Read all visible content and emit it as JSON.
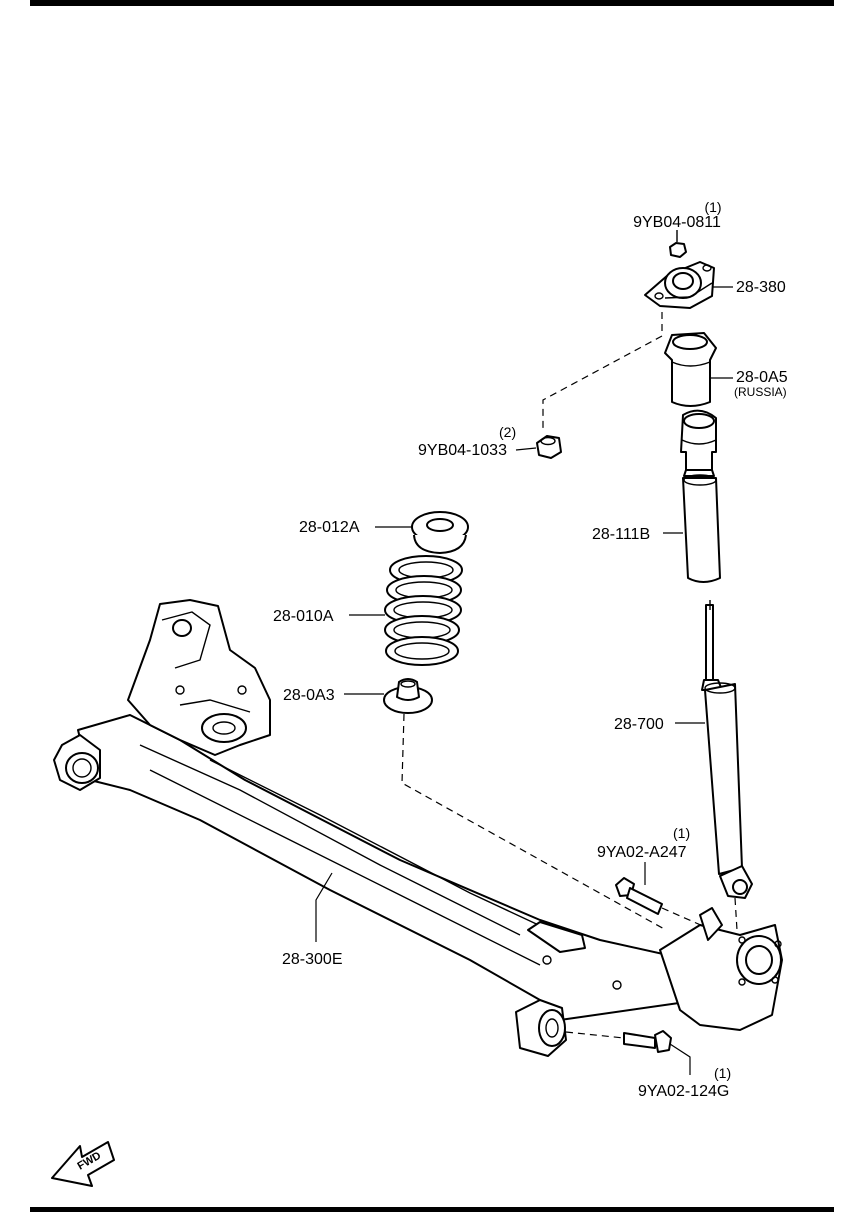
{
  "parts": [
    {
      "id": "nut-upper",
      "code": "9YB04-0811",
      "qty": "(1)"
    },
    {
      "id": "mount",
      "code": "28-380"
    },
    {
      "id": "bump-cover",
      "code": "28-0A5",
      "note": "(RUSSIA)"
    },
    {
      "id": "nut-lower",
      "code": "9YB04-1033",
      "qty": "(2)"
    },
    {
      "id": "boot",
      "code": "28-111B"
    },
    {
      "id": "spring-seat-upper",
      "code": "28-012A"
    },
    {
      "id": "coil-spring",
      "code": "28-010A"
    },
    {
      "id": "spring-seat-lower",
      "code": "28-0A3"
    },
    {
      "id": "shock-absorber",
      "code": "28-700"
    },
    {
      "id": "bolt-upper",
      "code": "9YA02-A247",
      "qty": "(1)"
    },
    {
      "id": "crossmember",
      "code": "28-300E"
    },
    {
      "id": "bolt-lower",
      "code": "9YA02-124G",
      "qty": "(1)"
    }
  ],
  "fwd_label": "FWD"
}
